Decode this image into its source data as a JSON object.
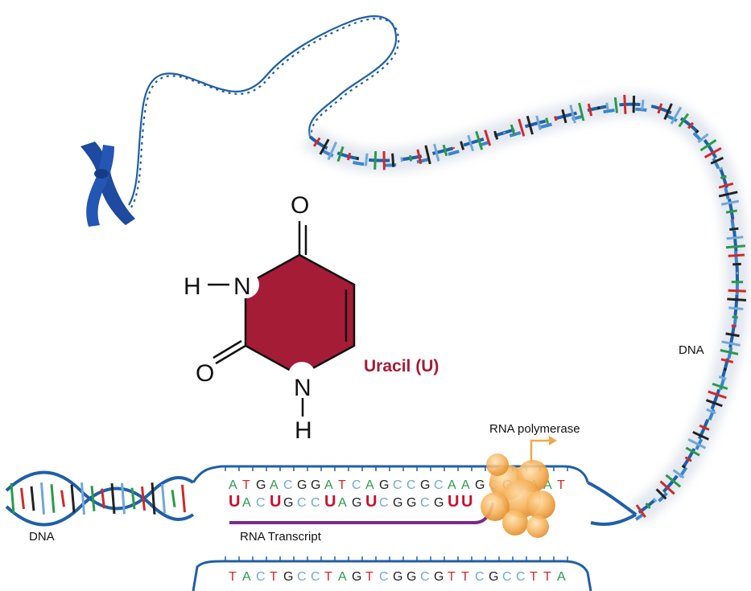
{
  "labels": {
    "uracil": "Uracil (U)",
    "dna_left": "DNA",
    "dna_right": "DNA",
    "rna_polymerase": "RNA polymerase",
    "rna_transcript": "RNA Transcript"
  },
  "molecule": {
    "atom_o_top": "O",
    "atom_n_left": "N",
    "atom_h_left": "H",
    "atom_o_left": "O",
    "atom_n_bottom": "N",
    "atom_h_bottom": "H"
  },
  "sequences": {
    "template_top": [
      "A",
      "T",
      "G",
      "A",
      "C",
      "G",
      "G",
      "A",
      "T",
      "C",
      "A",
      "G",
      "C",
      "C",
      "G",
      "C",
      "A",
      "A",
      "G",
      "C",
      "G",
      "G",
      "A",
      "A",
      "T"
    ],
    "rna": [
      "U",
      "A",
      "C",
      "U",
      "G",
      "C",
      "C",
      "U",
      "A",
      "G",
      "U",
      "C",
      "G",
      "G",
      "C",
      "G",
      "U",
      "U"
    ],
    "coding_bottom": [
      "T",
      "A",
      "C",
      "T",
      "G",
      "C",
      "C",
      "T",
      "A",
      "G",
      "T",
      "C",
      "G",
      "G",
      "C",
      "G",
      "T",
      "T",
      "C",
      "G",
      "C",
      "C",
      "T",
      "T",
      "A"
    ]
  },
  "colors": {
    "A": "#2a9a4a",
    "T": "#d02a2a",
    "G": "#222222",
    "C": "#6fa8d8",
    "U": "#c8102e",
    "uracil_fill": "#a51c36",
    "uracil_label": "#a51c36",
    "dna_strand": "#1f5fa8",
    "chromosome": "#1e4aa0",
    "rna_strand": "#7a2a8a",
    "polymerase": "#f2a94a"
  },
  "icons": {
    "chromosome": "chromosome-icon",
    "polymerase": "rna-polymerase-icon",
    "arrow": "transcription-arrow-icon"
  }
}
